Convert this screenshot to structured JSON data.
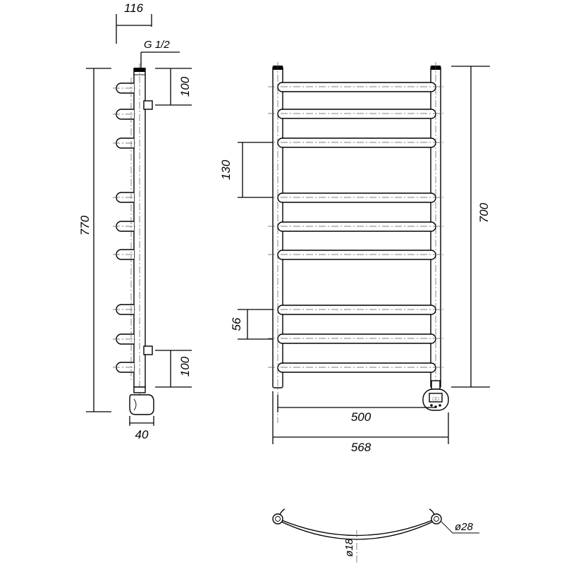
{
  "dimensions": {
    "depth": "116",
    "thread": "G 1/2",
    "total_height": "770",
    "top_connection_offset": "100",
    "bottom_connection_offset": "100",
    "heater_width": "40",
    "rung_group_spacing": "130",
    "rung_pitch": "56",
    "center_distance_vertical": "700",
    "center_distance_horizontal": "500",
    "total_width": "568",
    "rail_diameter": "ø28",
    "rung_diameter": "ø18"
  },
  "heater_display": "□□"
}
